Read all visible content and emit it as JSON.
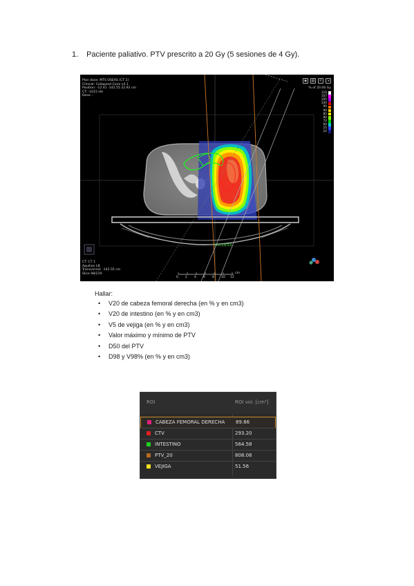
{
  "heading": {
    "number": "1.",
    "text": "Paciente paliativo. PTV prescrito a 20 Gy (5 sesiones de 4 Gy)."
  },
  "viewer": {
    "overlay_top_left": [
      "Plan dose: MTS OSEAS (CT 1)",
      "Clinical: Collapsed Cone v4.1",
      "Position: -12.41 -142.55 22.92 cm",
      "CT: -1015 HU",
      "Dose: -"
    ],
    "overlay_bottom_left": [
      "CT: CT 1",
      "Aquilion LB",
      "Transversal: -142.55 cm",
      "Slice 98/219"
    ],
    "dose_reference": "% of 20.00 Gy",
    "isodose_legend": [
      {
        "value": "110",
        "color": "#ffffff"
      },
      {
        "value": "107",
        "color": "#ff00ff"
      },
      {
        "value": "105",
        "color": "#aa00ff"
      },
      {
        "value": "100",
        "color": "#ff0000"
      },
      {
        "value": "95",
        "color": "#ff7700"
      },
      {
        "value": "90",
        "color": "#ffcc00"
      },
      {
        "value": "85",
        "color": "#ffff00"
      },
      {
        "value": "80",
        "color": "#88ff00"
      },
      {
        "value": "70",
        "color": "#00cc00"
      },
      {
        "value": "60",
        "color": "#00cccc"
      },
      {
        "value": "25",
        "color": "#3344ff"
      },
      {
        "value": "10",
        "color": "#1a1a80"
      }
    ],
    "scale_label": "cm",
    "scale_ticks": [
      "0",
      "2",
      "4",
      "6",
      "8",
      "10",
      "12"
    ]
  },
  "hallar": "Hallar:",
  "questions": [
    "V20 de cabeza femoral derecha (en % y en cm3)",
    "V20 de intestino (en % y en cm3)",
    "V5 de vejiga (en % y en cm3)",
    "Valor máximo y mínimo de PTV",
    "D50 del PTV",
    "D98 y V98% (en % y en cm3)"
  ],
  "roi_table": {
    "col_roi": "ROI",
    "col_vol": "ROI vol. [cm³]",
    "rows": [
      {
        "name": "CABEZA FEMORAL DERECHA",
        "vol": "89.86",
        "color": "#e0207a"
      },
      {
        "name": "CTV",
        "vol": "293.20",
        "color": "#e02020"
      },
      {
        "name": "INTESTINO",
        "vol": "564.58",
        "color": "#20d020"
      },
      {
        "name": "PTV_20",
        "vol": "808.08",
        "color": "#b86a20"
      },
      {
        "name": "VEJIGA",
        "vol": "51.56",
        "color": "#f0e020"
      }
    ]
  }
}
